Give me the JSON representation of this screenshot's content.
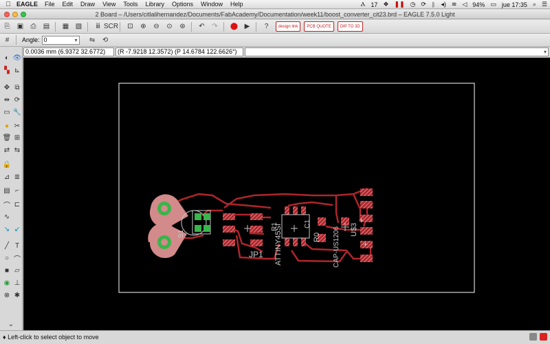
{
  "menubar": {
    "app_name": "EAGLE",
    "items": [
      "File",
      "Edit",
      "Draw",
      "View",
      "Tools",
      "Library",
      "Options",
      "Window",
      "Help"
    ],
    "status": {
      "notification_count": "17",
      "battery": "94%",
      "clock": "jue 17:35"
    }
  },
  "window": {
    "title": "2 Board – /Users/citlalihernandez/Documents/FabAcademy/Documentation/week11/boost_converter_cit23.brd – EAGLE 7.5.0 Light"
  },
  "toolbar": {
    "badges": [
      "design link",
      "PCB QUOTE",
      "DIP TO 3D"
    ]
  },
  "parameters": {
    "angle_label": "Angle:",
    "angle_value": "0"
  },
  "coordinates": {
    "grid_readout": "0.0036 mm (6.9372 32.6772)",
    "polar_readout": "(R -7.9218 12.3572) (P 14.6784 122.6626°)",
    "command_value": ""
  },
  "board": {
    "labels": {
      "connector": "JP1",
      "micro": "ATTINY45SI",
      "resistor": "R0",
      "capacitor": "CAP-US1206",
      "regulator": "U$3",
      "s1": "S1",
      "r1": "R1",
      "c1": "C1",
      "plus1": "+",
      "plus2": "+"
    }
  },
  "statusbar": {
    "message": "♦ Left-click to select object to move"
  },
  "colors": {
    "canvas": "#000000",
    "trace": "#b0252c",
    "pad": "#d28a8a",
    "via": "#39b54a",
    "outline": "#ffffff",
    "silkscreen": "#c8c8c8"
  }
}
